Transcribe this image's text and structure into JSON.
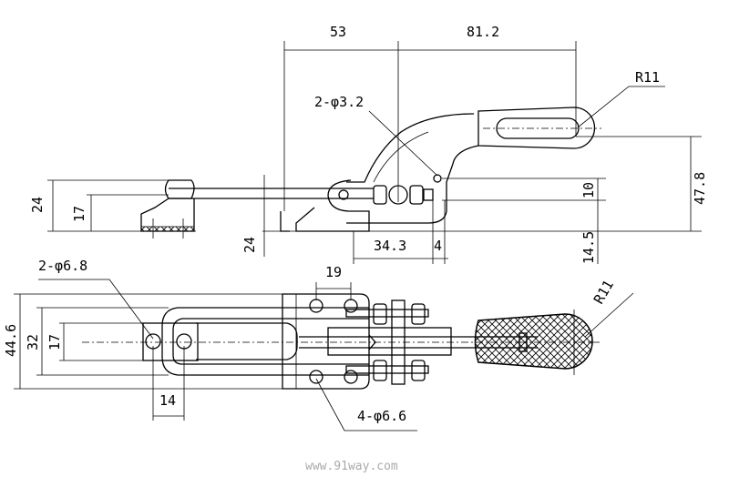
{
  "drawing": {
    "side_view": {
      "dim_53": "53",
      "dim_81_2": "81.2",
      "radius_handle": "R11",
      "holes_pin": "2-φ3.2",
      "dim_24_left": "24",
      "dim_17_left": "17",
      "dim_10": "10",
      "dim_47_8": "47.8",
      "dim_24_base": "24",
      "dim_34_3": "34.3",
      "dim_4": "4",
      "dim_14_5": "14.5"
    },
    "top_view": {
      "holes_hook": "2-φ6.8",
      "dim_19": "19",
      "radius_handle": "R11",
      "dim_44_6": "44.6",
      "dim_32": "32",
      "dim_17": "17",
      "dim_14": "14",
      "holes_base": "4-φ6.6"
    },
    "watermark": "www.91way.com"
  }
}
